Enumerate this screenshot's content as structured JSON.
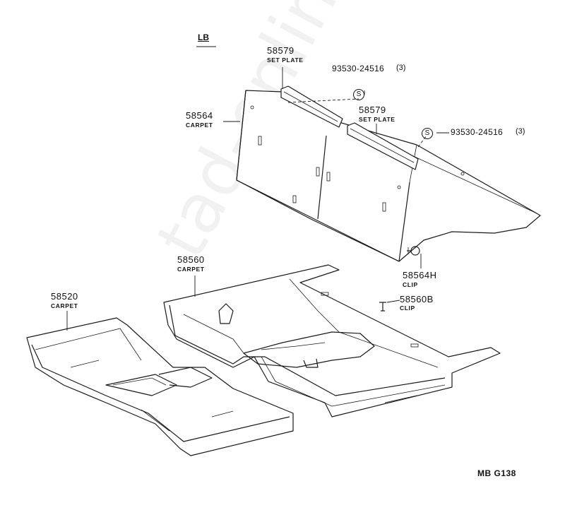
{
  "watermark": "tad-online.ru",
  "labels": {
    "variant": "LB",
    "set_plate_left": {
      "number": "58579",
      "name": "SET PLATE"
    },
    "set_plate_right": {
      "number": "58579",
      "name": "SET PLATE"
    },
    "screw_top": {
      "code": "93530-24516",
      "qty": "(3)"
    },
    "screw_right": {
      "code": "93530-24516",
      "qty": "(3)"
    },
    "screw_symbol": "S",
    "rear_seat_carpet": {
      "number": "58564",
      "name": "CARPET"
    },
    "rear_floor_carpet": {
      "number": "58560",
      "name": "CARPET"
    },
    "front_floor_carpet": {
      "number": "58520",
      "name": "CARPET"
    },
    "clip_h": {
      "number": "58564H",
      "name": "CLIP"
    },
    "clip_b": {
      "number": "58560B",
      "name": "CLIP"
    },
    "figure_code": "MB G138"
  },
  "colors": {
    "line": "#1a1a1a",
    "background": "#ffffff"
  }
}
